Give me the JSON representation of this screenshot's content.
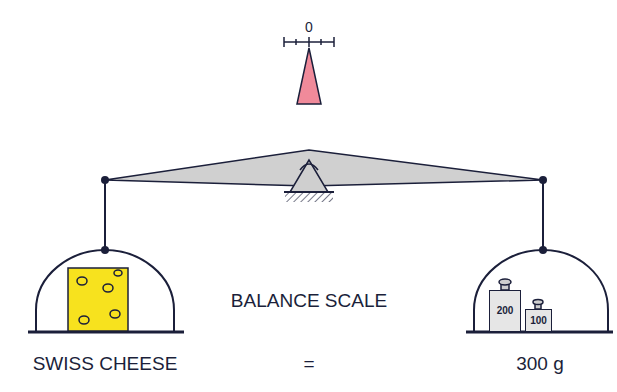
{
  "diagram": {
    "nodes": [
      {
        "text": [
          "200"
        ]
      },
      {
        "text": [
          "100"
        ]
      }
    ],
    "labels": [
      "0",
      "BALANCE SCALE",
      "SWISS CHEESE",
      "=",
      "300 g"
    ]
  }
}
